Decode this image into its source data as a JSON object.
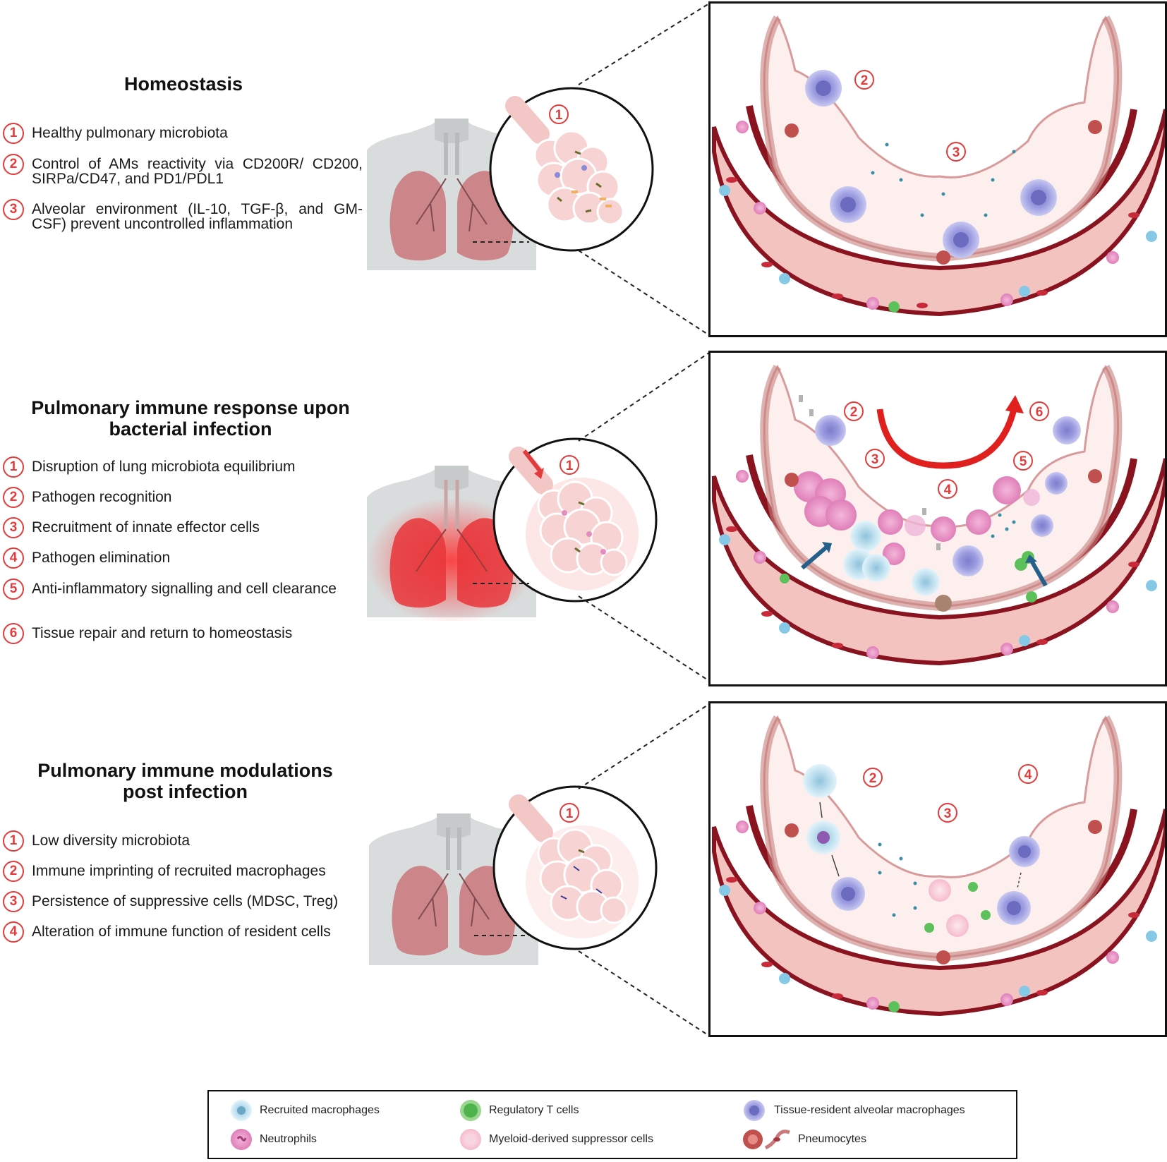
{
  "sections": [
    {
      "title": "Homeostasis",
      "items": [
        {
          "n": "1",
          "text": "Healthy pulmonary microbiota"
        },
        {
          "n": "2",
          "text": "Control of AMs reactivity via CD200R/ CD200, SIRPa/CD47, and PD1/PDL1"
        },
        {
          "n": "3",
          "text": "Alveolar environment (IL-10, TGF-β, and GM-CSF) prevent uncontrolled inflammation"
        }
      ],
      "zoom_label": "1",
      "panel_labels": [
        "2",
        "3"
      ]
    },
    {
      "title_line1": "Pulmonary immune response upon",
      "title_line2": "bacterial infection",
      "items": [
        {
          "n": "1",
          "text": "Disruption of lung microbiota equilibrium"
        },
        {
          "n": "2",
          "text": "Pathogen recognition"
        },
        {
          "n": "3",
          "text": "Recruitment of innate effector cells"
        },
        {
          "n": "4",
          "text": "Pathogen elimination"
        },
        {
          "n": "5",
          "text": "Anti-inflammatory signalling and cell clearance"
        },
        {
          "n": "6",
          "text": "Tissue repair and return to homeostasis"
        }
      ],
      "zoom_label": "1",
      "panel_labels": [
        "2",
        "6",
        "3",
        "5",
        "4"
      ]
    },
    {
      "title_line1": "Pulmonary immune modulations",
      "title_line2": "post infection",
      "items": [
        {
          "n": "1",
          "text": "Low diversity microbiota"
        },
        {
          "n": "2",
          "text": "Immune imprinting of recruited macrophages"
        },
        {
          "n": "3",
          "text": "Persistence of suppressive cells (MDSC, Treg)"
        },
        {
          "n": "4",
          "text": "Alteration of immune function of resident cells"
        }
      ],
      "zoom_label": "1",
      "panel_labels": [
        "2",
        "4",
        "3"
      ]
    }
  ],
  "legend": [
    {
      "label": "Recruited macrophages",
      "icon": "recruited-macrophage-icon",
      "color": "#bfe0ef"
    },
    {
      "label": "Regulatory T cells",
      "icon": "regulatory-t-cell-icon",
      "color": "#5cc15a"
    },
    {
      "label": "Tissue-resident alveolar macrophages",
      "icon": "alveolar-macrophage-icon",
      "color": "#8f8fd6"
    },
    {
      "label": "Neutrophils",
      "icon": "neutrophil-icon",
      "color": "#e58cc0"
    },
    {
      "label": "Myeloid-derived suppressor cells",
      "icon": "mdsc-icon",
      "color": "#f8c9d6"
    },
    {
      "label": "Pneumocytes",
      "icon": "pneumocyte-icon",
      "color": "#c0504d"
    }
  ],
  "colors": {
    "accent_red": "#e23b3b",
    "vessel_dark": "#8a1320",
    "tissue_pink": "#f6cdcd",
    "lumen": "#fcefee"
  }
}
